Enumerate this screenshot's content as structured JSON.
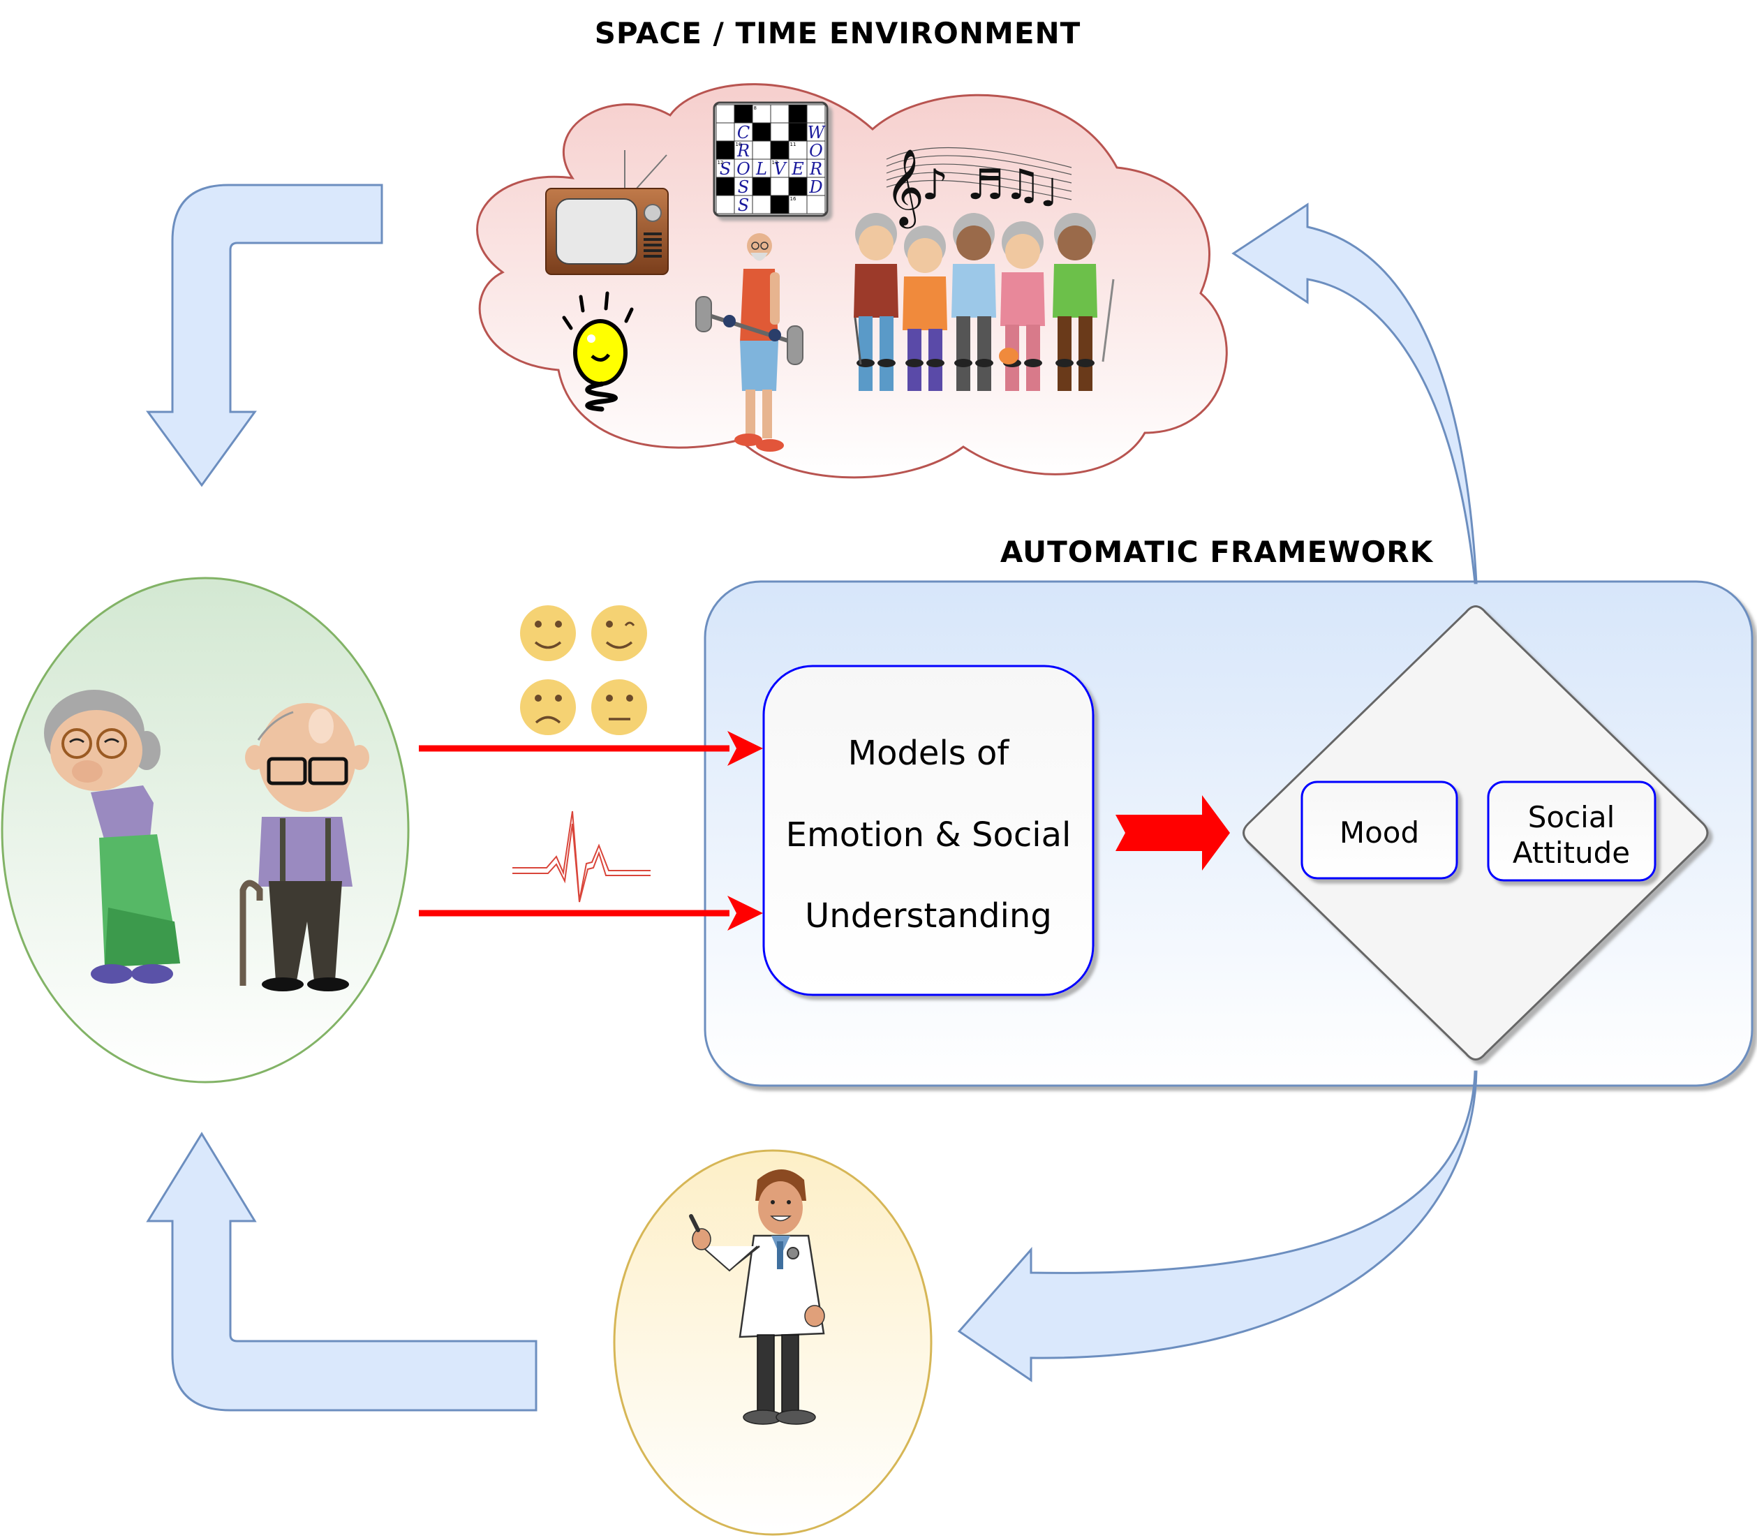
{
  "titles": {
    "environment": "SPACE / TIME ENVIRONMENT",
    "framework": "AUTOMATIC FRAMEWORK"
  },
  "model_box": {
    "lines": [
      "Models of",
      "Emotion & Social",
      "Understanding"
    ]
  },
  "outputs": {
    "mood": "Mood",
    "social_attitude_lines": [
      "Social",
      "Attitude"
    ]
  },
  "environment_items": [
    "television-icon",
    "crossword-icon",
    "music-notes-icon",
    "lightbulb-idea-icon",
    "weightlifting-senior-icon",
    "senior-group-icon"
  ],
  "crossword": {
    "grid": [
      [
        "",
        "#",
        "",
        "",
        "#",
        ""
      ],
      [
        "",
        "C",
        "#",
        "",
        "#",
        "W"
      ],
      [
        "#",
        "R",
        "",
        "#",
        "",
        "O"
      ],
      [
        "S",
        "O",
        "L",
        "V",
        "E",
        "R"
      ],
      [
        "#",
        "S",
        "#",
        "",
        "#",
        "D"
      ],
      [
        "",
        "S",
        "",
        "#",
        "",
        ""
      ]
    ],
    "numbers": [
      {
        "row": 0,
        "col": 2,
        "n": "8"
      },
      {
        "row": 2,
        "col": 1,
        "n": "10"
      },
      {
        "row": 2,
        "col": 4,
        "n": "11"
      },
      {
        "row": 3,
        "col": 0,
        "n": "12"
      },
      {
        "row": 3,
        "col": 3,
        "n": "13"
      },
      {
        "row": 5,
        "col": 4,
        "n": "16"
      }
    ]
  },
  "input_signals": {
    "emotions": [
      "happy-face-icon",
      "wink-face-icon",
      "sad-face-icon",
      "neutral-face-icon"
    ],
    "physiological": "heartbeat-ecg-icon"
  },
  "actors": {
    "elderly": "elderly-couple-illustration",
    "doctor": "doctor-illustration"
  },
  "colors": {
    "flow_arrow_fill": "#dae8fc",
    "flow_arrow_stroke": "#6c8ebf",
    "input_arrow": "#ff0000",
    "model_box_stroke": "#0000ff",
    "cloud_fill": "#f8cecc",
    "cloud_stroke": "#b85450",
    "elderly_fill": "#d5e8d4",
    "elderly_stroke": "#82b366",
    "doctor_fill": "#fff2cc",
    "doctor_stroke": "#d6b656",
    "diamond_fill": "#f5f5f5",
    "diamond_stroke": "#666666",
    "emoji_fill": "#f5d273"
  }
}
